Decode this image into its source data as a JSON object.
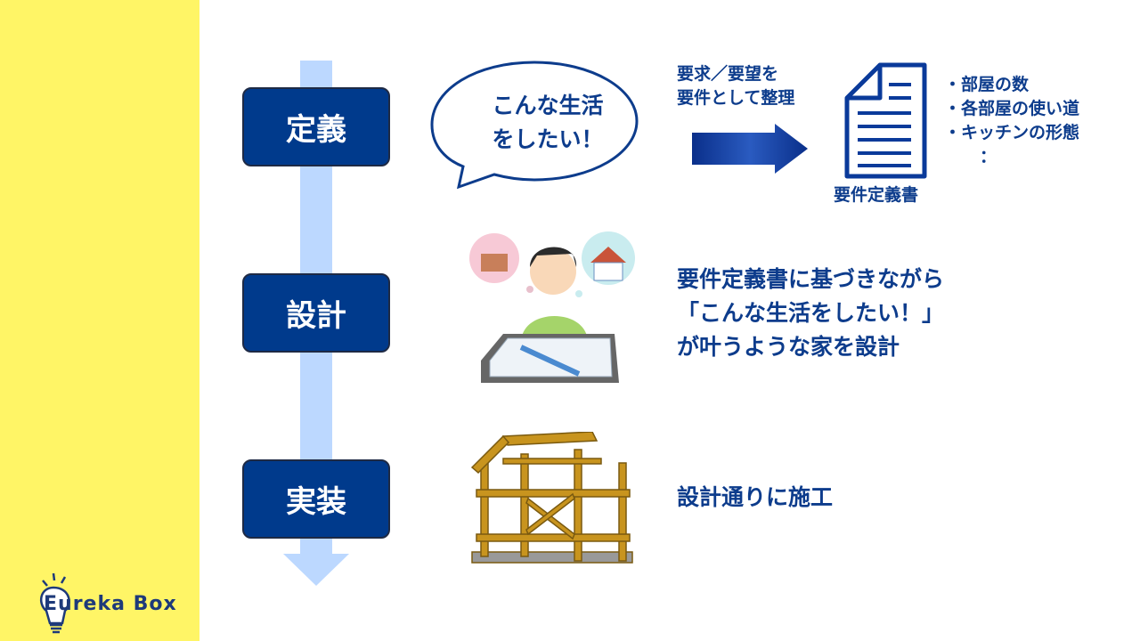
{
  "logo": {
    "text": "Eureka Box"
  },
  "phases": [
    {
      "label": "定義"
    },
    {
      "label": "設計"
    },
    {
      "label": "実装"
    }
  ],
  "definition": {
    "bubble_lines": [
      "こんな生活",
      "をしたい！"
    ],
    "arrow_caption_lines": [
      "要求／要望を",
      "要件として整理"
    ],
    "document_label": "要件定義書",
    "items": [
      "・部屋の数",
      "・各部屋の使い道",
      "・キッチンの形態",
      "："
    ]
  },
  "design": {
    "lines": [
      "要件定義書に基づきながら",
      "「こんな生活をしたい！」",
      "が叶うような家を設計"
    ]
  },
  "implementation": {
    "text": "設計通りに施工"
  },
  "colors": {
    "sidebar": "#fff566",
    "navy": "#003a8c",
    "flow": "#bcd8ff"
  }
}
